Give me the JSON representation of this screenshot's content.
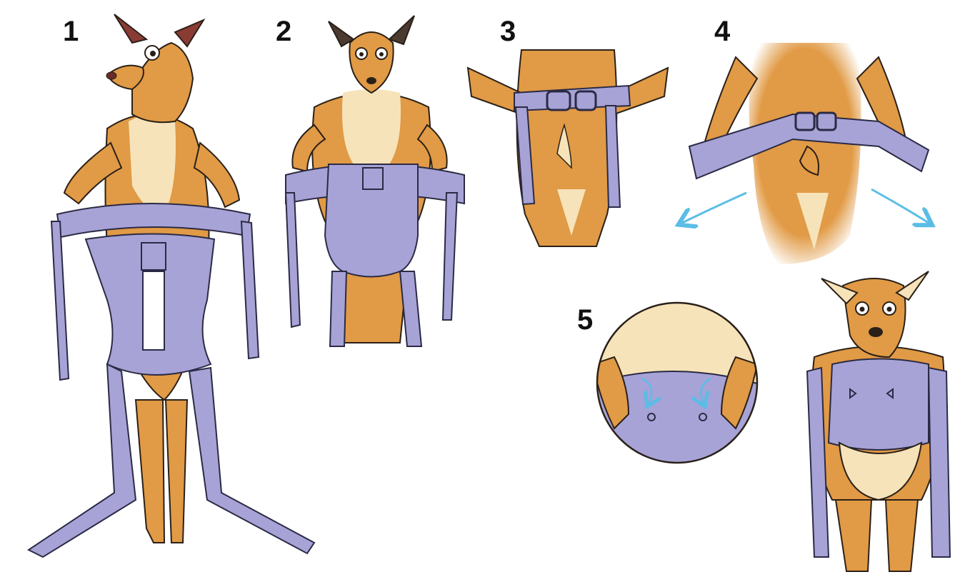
{
  "steps": [
    {
      "number": "1"
    },
    {
      "number": "2"
    },
    {
      "number": "3"
    },
    {
      "number": "4"
    },
    {
      "number": "5"
    }
  ],
  "colors": {
    "fur": "#e19a45",
    "fur_light": "#f6e3b9",
    "carrier": "#a7a3d6",
    "carrier_line": "#2b2a45",
    "outline": "#2a2018",
    "arrow": "#5bbde6",
    "ear_inner": "#8a3c34"
  },
  "icons": [
    "deer-figure",
    "baby-carrier",
    "buckle-icon",
    "arrow-icon"
  ]
}
